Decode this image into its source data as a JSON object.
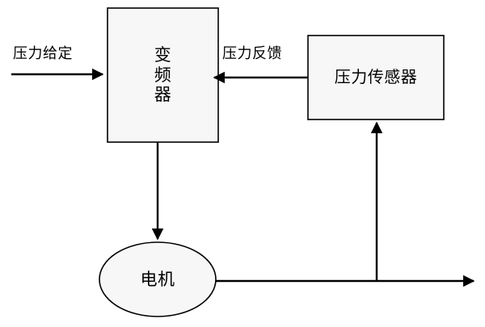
{
  "diagram": {
    "type": "block-diagram",
    "background_color": "#ffffff",
    "stroke_color": "#000000",
    "node_fill": "#f7f7f7",
    "nodes": [
      {
        "id": "vfd",
        "shape": "rectangle",
        "label": "变\n频\n器"
      },
      {
        "id": "sensor",
        "shape": "rectangle",
        "label": "压力传感器"
      },
      {
        "id": "motor",
        "shape": "ellipse",
        "label": "电机"
      }
    ],
    "edge_labels": [
      {
        "id": "setpoint",
        "label": "压力给定"
      },
      {
        "id": "feedback",
        "label": "压力反馈"
      }
    ]
  }
}
